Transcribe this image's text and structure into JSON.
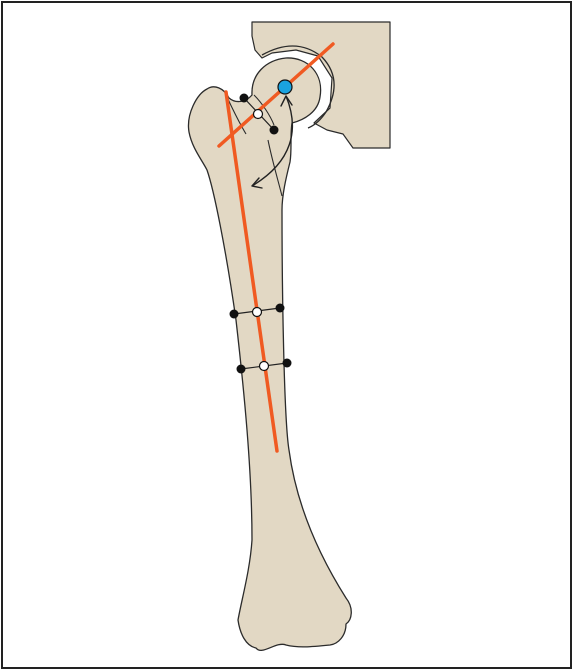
{
  "colors": {
    "background": "#ffffff",
    "frame": "#222222",
    "bone_fill": "#e2d8c4",
    "bone_outline": "#2b2b2b",
    "axis_line": "#f05a22",
    "landmark_black": "#111111",
    "landmark_open": "#ffffff",
    "femoral_head_center": "#1aa3e0",
    "arrow": "#222222"
  },
  "figure": {
    "subject": "femur-with-hip-joint",
    "axes": [
      "femoral-neck-axis",
      "femoral-shaft-axis"
    ],
    "landmark_pairs": 3,
    "annotation": "neck-shaft-angle-arrow"
  }
}
